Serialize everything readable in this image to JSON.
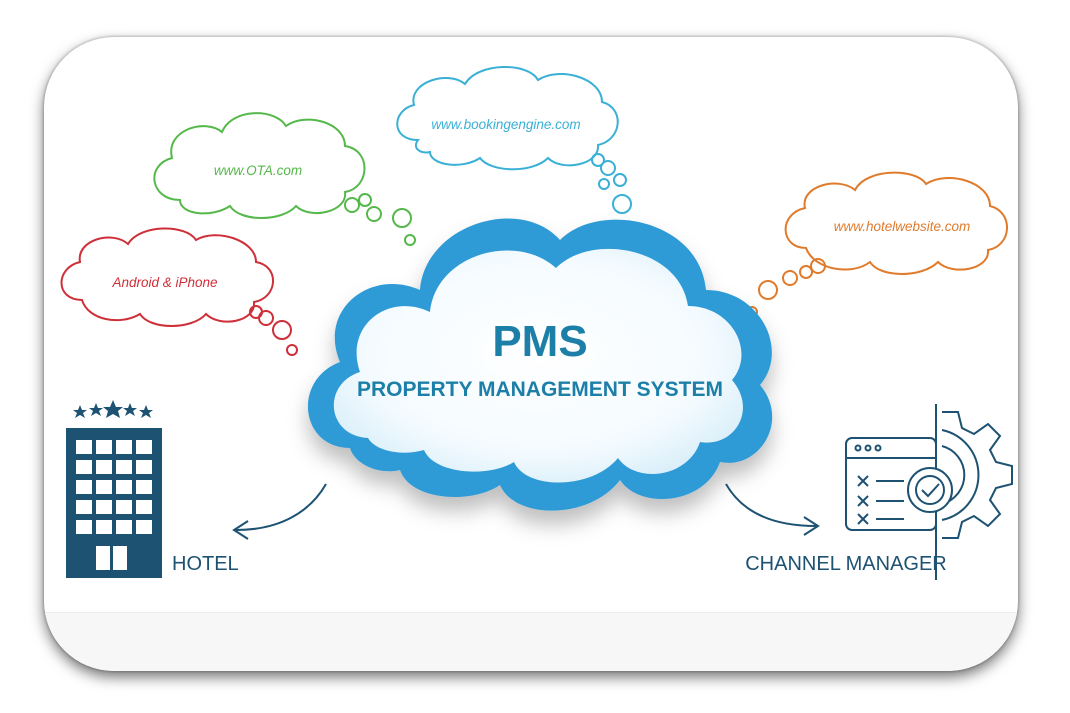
{
  "bubbles": {
    "ota": {
      "label": "www.OTA.com",
      "color": "#55b84a"
    },
    "booking": {
      "label": "www.bookingengine.com",
      "color": "#3ab0d6"
    },
    "mobile": {
      "label": "Android & iPhone",
      "color": "#cf2f38"
    },
    "hotelweb": {
      "label": "www.hotelwebsite.com",
      "color": "#e07b2c"
    }
  },
  "center": {
    "title": "PMS",
    "subtitle": "PROPERTY MANAGEMENT SYSTEM",
    "text_color": "#1f7fa8",
    "cloud_color": "#2f9ad6"
  },
  "outputs": {
    "hotel": {
      "label": "HOTEL",
      "icon": "hotel-building-icon"
    },
    "channel": {
      "label": "CHANNEL MANAGER",
      "icon": "channel-manager-gear-icon"
    }
  },
  "colors": {
    "navy": "#1d5273"
  }
}
